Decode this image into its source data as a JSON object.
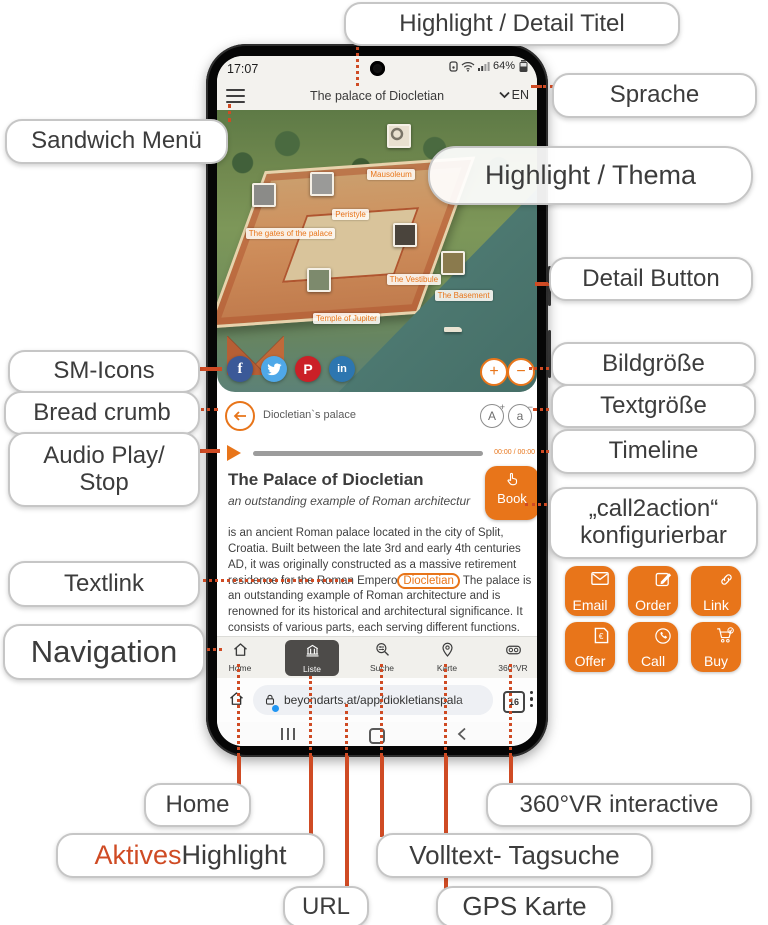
{
  "colors": {
    "annotation": "#cf4b24",
    "app_orange": "#e8751a",
    "facebook": "#3b5998",
    "twitter": "#4fa8e8",
    "pinterest": "#cb2027",
    "linkedin": "#2d76b0"
  },
  "callouts": {
    "top_title": "Highlight / Detail Titel",
    "sprache": "Sprache",
    "sandwich": "Sandwich Menü",
    "thema": "Highlight / Thema",
    "detail_button": "Detail Button",
    "sm_icons": "SM-Icons",
    "bildgroesse": "Bildgröße",
    "bread_crumb": "Bread crumb",
    "textgroesse": "Textgröße",
    "audio_line1": "Audio Play/",
    "audio_line2": "Stop",
    "timeline": "Timeline",
    "call2action_line1": "„call2action“",
    "call2action_line2": "konfigurierbar",
    "textlink": "Textlink",
    "navigation": "Navigation",
    "home": "Home",
    "aktives_part1": "Aktives",
    "aktives_part2": " Highlight",
    "url": "URL",
    "volltext": "Volltext- Tagsuche",
    "gps": "GPS Karte",
    "vr360": "360°VR interactive"
  },
  "phone": {
    "status": {
      "time": "17:07",
      "battery": "64%"
    },
    "header": {
      "title": "The palace of Diocletian",
      "language": "EN"
    },
    "image": {
      "pois": [
        "Mausoleum",
        "Peristyle",
        "The gates of the palace",
        "The Vestibule",
        "Temple of Jupiter",
        "The Basement"
      ]
    },
    "sm_icons": [
      {
        "name": "facebook",
        "glyph": "f",
        "color": "#3b5998"
      },
      {
        "name": "twitter",
        "glyph": "",
        "color": "#4fa8e8"
      },
      {
        "name": "pinterest",
        "glyph": "P",
        "color": "#cb2027"
      },
      {
        "name": "linkedin",
        "glyph": "in",
        "color": "#2d76b0"
      }
    ],
    "zoom": {
      "in": "+",
      "out": "−"
    },
    "breadcrumb": "Diocletian`s palace",
    "textsize": {
      "increase_letter": "A",
      "increase_sign": "+",
      "decrease_letter": "a",
      "decrease_sign": "−"
    },
    "audio": {
      "time": "00:00 / 00:00"
    },
    "content": {
      "title": "The Palace of Diocletian",
      "subtitle": "an outstanding example of Roman architectur",
      "book_label": "Book",
      "para_before": "is an ancient Roman palace located in the city of Split, Croatia. Built between the late 3rd and early 4th centuries AD, it was originally constructed as a massive retirement residence for the Roman Empero",
      "link_text": "Diocletian",
      "para_after": " The palace is an outstanding example of Roman architecture and is renowned for its historical and architectural significance. It consists of various parts, each serving different functions."
    },
    "actions": [
      {
        "label": "Email"
      },
      {
        "label": "Order"
      },
      {
        "label": "Link"
      },
      {
        "label": "Offer"
      },
      {
        "label": "Call"
      },
      {
        "label": "Buy"
      }
    ],
    "tabs": [
      {
        "label": "Home"
      },
      {
        "label": "Liste",
        "active": true
      },
      {
        "label": "Suche"
      },
      {
        "label": "Karte"
      },
      {
        "label": "360°VR"
      }
    ],
    "browser": {
      "url": "beyondarts.at/app/diokletianspala",
      "tab_count": "16"
    }
  }
}
